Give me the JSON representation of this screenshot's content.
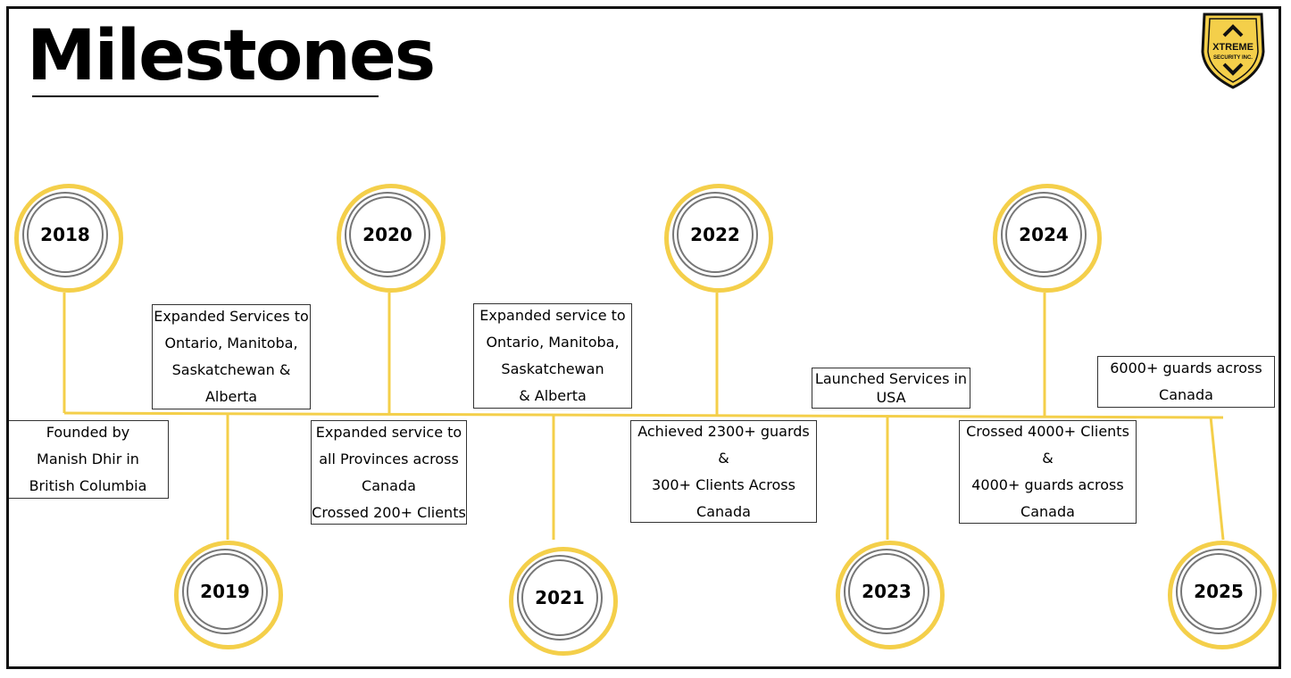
{
  "page": {
    "title": "Milestones",
    "logo_text_line1": "XTREME",
    "logo_text_line2": "SECURITY INC."
  },
  "colors": {
    "accent_yellow": "#f4cf4a",
    "ring_gray": "#777777",
    "text": "#000000",
    "frame": "#111111"
  },
  "milestones": [
    {
      "year": "2018",
      "text": "Founded by\nManish Dhir in\nBritish Columbia"
    },
    {
      "year": "2019",
      "text": "Expanded Services to\nOntario, Manitoba,\nSaskatchewan &\nAlberta"
    },
    {
      "year": "2020",
      "text": "Expanded service to\nall Provinces across\nCanada\nCrossed 200+ Clients"
    },
    {
      "year": "2021",
      "text": "Expanded service to\nOntario, Manitoba,\nSaskatchewan\n& Alberta"
    },
    {
      "year": "2022",
      "text": "Achieved 2300+ guards\n&\n300+ Clients Across\nCanada"
    },
    {
      "year": "2023",
      "text": "Launched Services in\nUSA"
    },
    {
      "year": "2024",
      "text": "Crossed 4000+ Clients\n&\n4000+ guards across\nCanada"
    },
    {
      "year": "2025",
      "text": "6000+ guards across\nCanada"
    }
  ]
}
